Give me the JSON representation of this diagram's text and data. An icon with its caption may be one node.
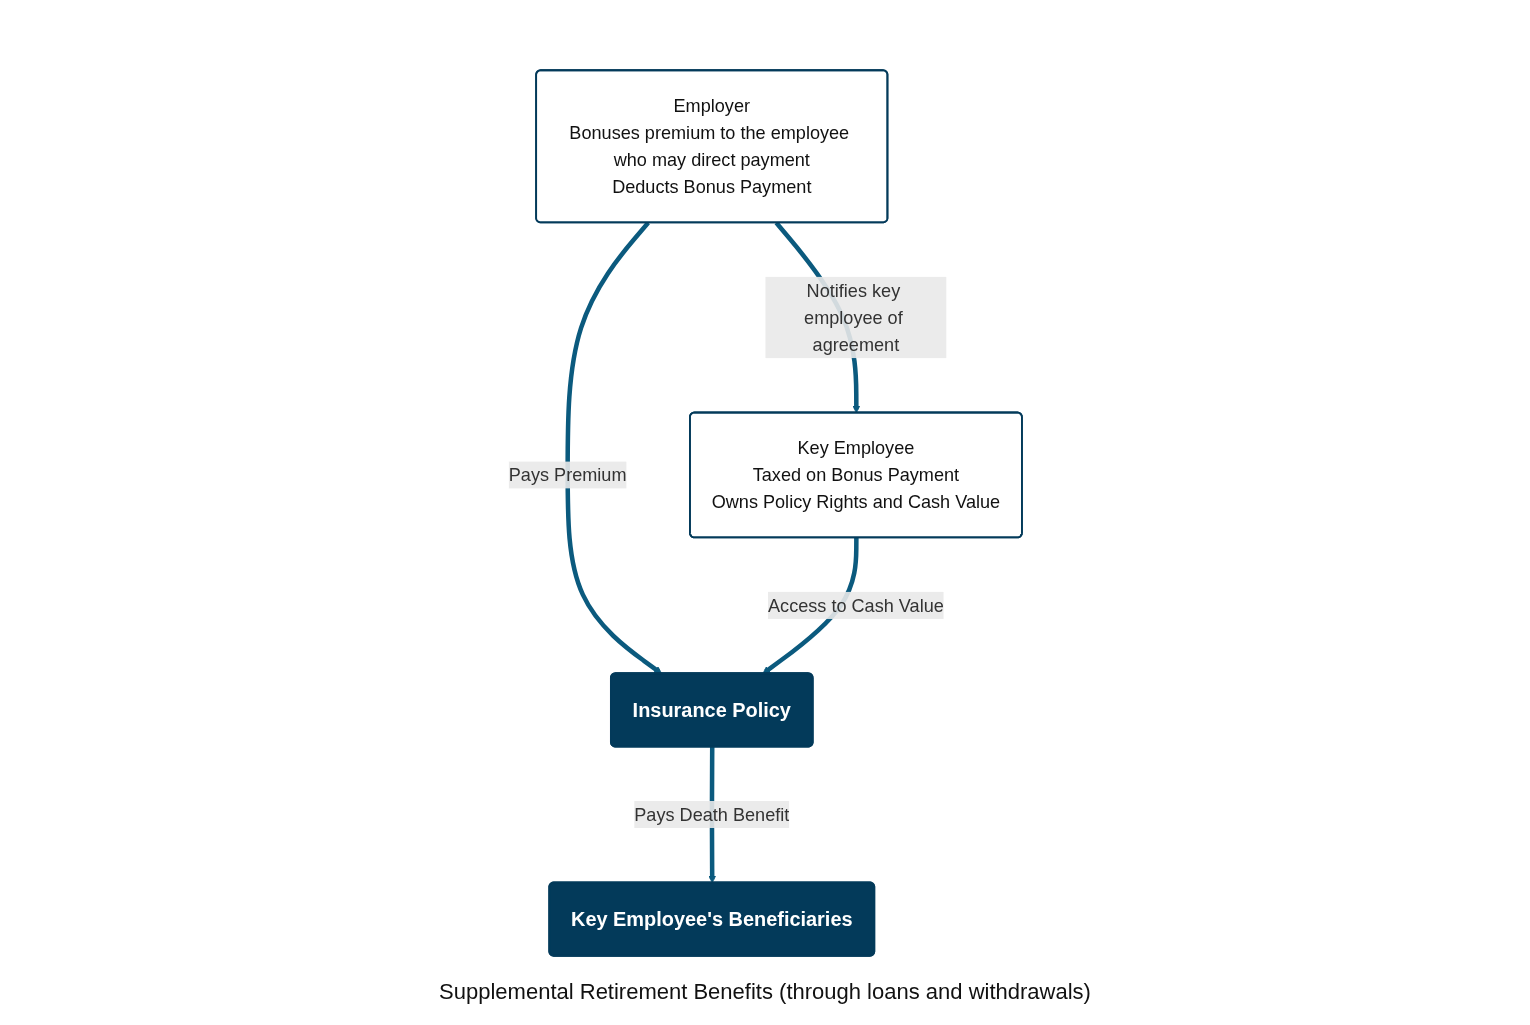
{
  "diagram": {
    "nodes": [
      {
        "text": [
          "Employer",
          "Bonuses premium to the employee who may direct payment",
          "Deducts Bonus Payment"
        ]
      },
      {
        "text": [
          "Insurance Policy"
        ]
      },
      {
        "text": [
          "Key Employee",
          "Taxed on Bonus Payment",
          "Owns Policy Rights and Cash Value"
        ]
      },
      {
        "text": [
          "Key Employee's Beneficiaries"
        ]
      }
    ],
    "edges": [
      {
        "from": 0,
        "to": 1,
        "arrow": "to",
        "label": "Pays Premium"
      },
      {
        "from": 0,
        "to": 2,
        "arrow": "to",
        "label": "Notifies key employee of agreement"
      },
      {
        "from": 2,
        "to": 1,
        "arrow": "to",
        "label": "Access to Cash Value"
      },
      {
        "from": 1,
        "to": 3,
        "arrow": "to",
        "label": "Pays Death Benefit"
      }
    ],
    "labels": [
      "Supplemental Retirement Benefits (through loans and withdrawals)"
    ]
  }
}
